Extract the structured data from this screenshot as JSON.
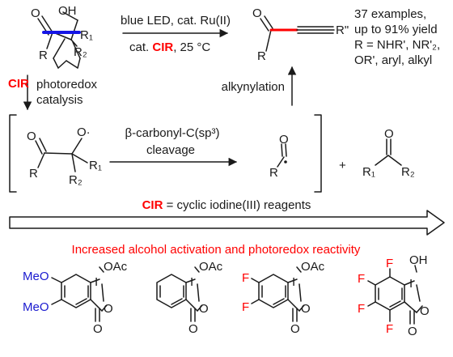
{
  "reaction": {
    "conditions_top": "blue LED, cat. Ru(II)",
    "conditions_bottom_prefix": "cat. ",
    "conditions_bottom_cir": "CIR",
    "conditions_bottom_suffix": ", 25 °C",
    "cir_label": "CIR",
    "photoredox_1": "photoredox",
    "photoredox_2": "catalysis",
    "alkynylation": "alkynylation",
    "scission_1": "β-carbonyl-C(sp³)",
    "scission_2": "cleavage",
    "plus": "+",
    "scope": [
      "37 examples,",
      "up to 91% yield",
      "R = NHR', NR'₂,",
      "OR', aryl, alkyl"
    ]
  },
  "atom_labels": {
    "O": "O",
    "OH": "OH",
    "R": "R",
    "R1": "R₁",
    "R2": "R₂",
    "Rpp": "R\"",
    "Orad": "O·",
    "I": "I",
    "OAc": "OAc",
    "F": "F",
    "MeO": "MeO"
  },
  "legend": {
    "cir_abbrev": "CIR",
    "cir_definition": " = cyclic iodine(III) reagents"
  },
  "banner": "Increased alcohol activation and photoredox reactivity",
  "colors": {
    "accent_red": "#ff0000",
    "bond_blue": "#1515e6",
    "methoxy_blue": "#1a1acf",
    "ink": "#1a1a1a"
  }
}
